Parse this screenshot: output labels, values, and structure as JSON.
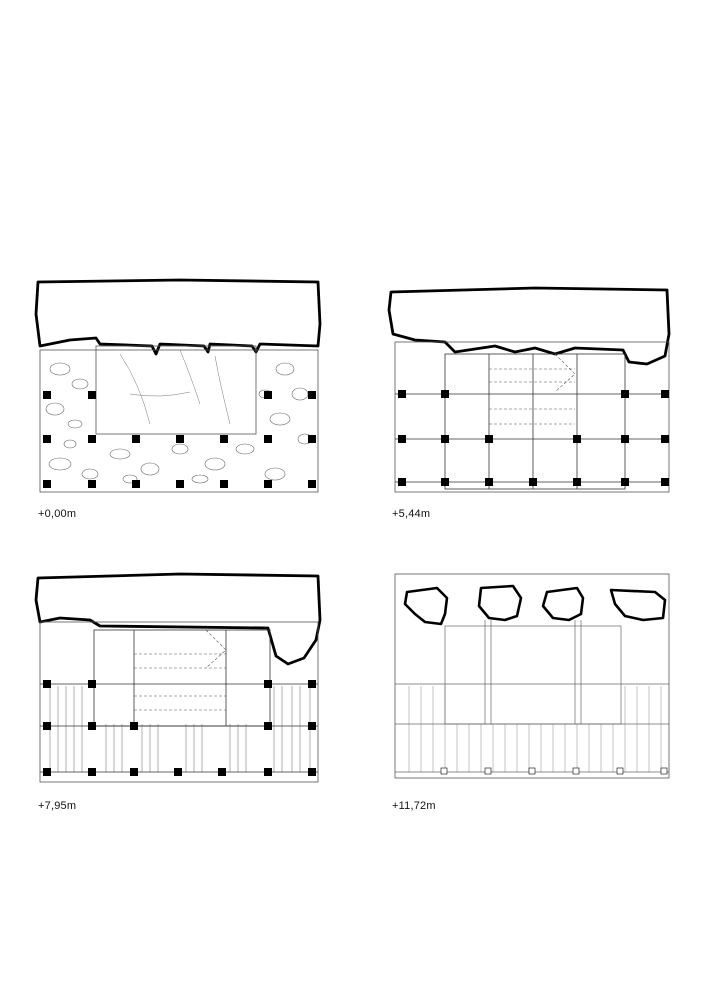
{
  "plans": [
    {
      "level": "+0,00m"
    },
    {
      "level": "+5,44m"
    },
    {
      "level": "+7,95m"
    },
    {
      "level": "+11,72m"
    }
  ],
  "colors": {
    "ink": "#000000",
    "fine_line": "#555555",
    "paper": "#ffffff"
  }
}
